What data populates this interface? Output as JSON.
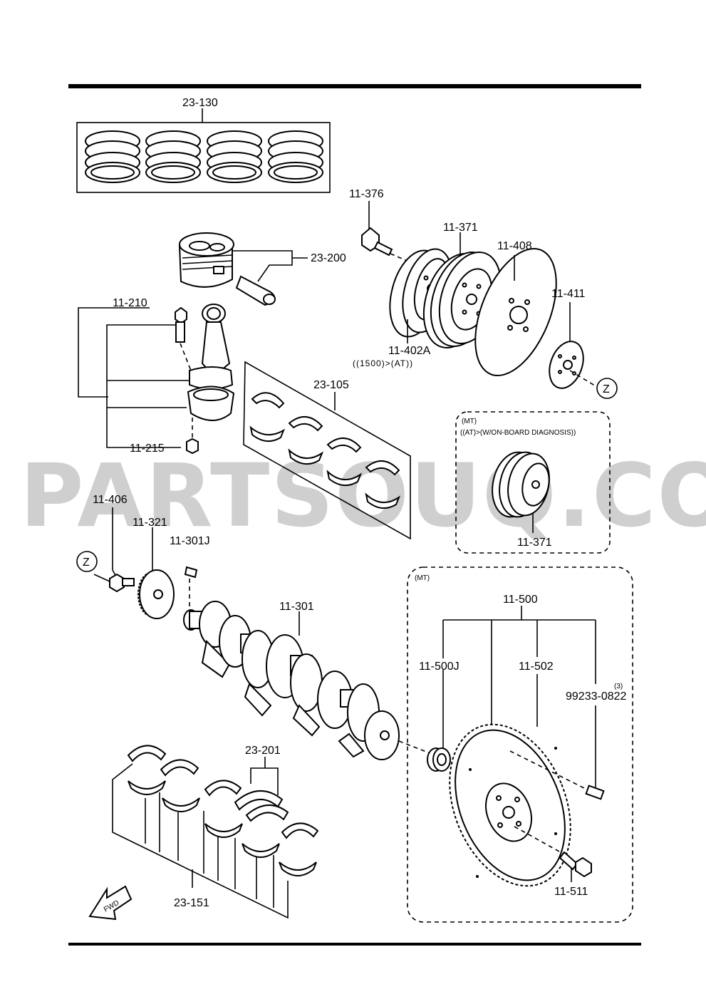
{
  "watermark": "PARTSOUQ.COM",
  "labels": {
    "p23_130": "23-130",
    "p23_200": "23-200",
    "p11_376": "11-376",
    "p11_371_top": "11-371",
    "p11_408": "11-408",
    "p11_411": "11-411",
    "p11_402a": "11-402A",
    "p11_402a_note": "((1500)>(AT))",
    "z_top": "Z",
    "p11_210": "11-210",
    "p23_105": "23-105",
    "p11_215": "11-215",
    "mt_note_1": "(MT)",
    "mt_note_2": "((AT)>(W/ON-BOARD DIAGNOSIS))",
    "p11_371_inset": "11-371",
    "p11_406": "11-406",
    "p11_321": "11-321",
    "p11_301j": "11-301J",
    "z_left": "Z",
    "p11_301": "11-301",
    "mt_box_title": "(MT)",
    "p11_500": "11-500",
    "p11_500j": "11-500J",
    "p11_502": "11-502",
    "p99233_qty": "(3)",
    "p99233": "99233-0822",
    "p23_201": "23-201",
    "p23_151": "23-151",
    "p11_511": "11-511",
    "fwd": "FWD"
  }
}
